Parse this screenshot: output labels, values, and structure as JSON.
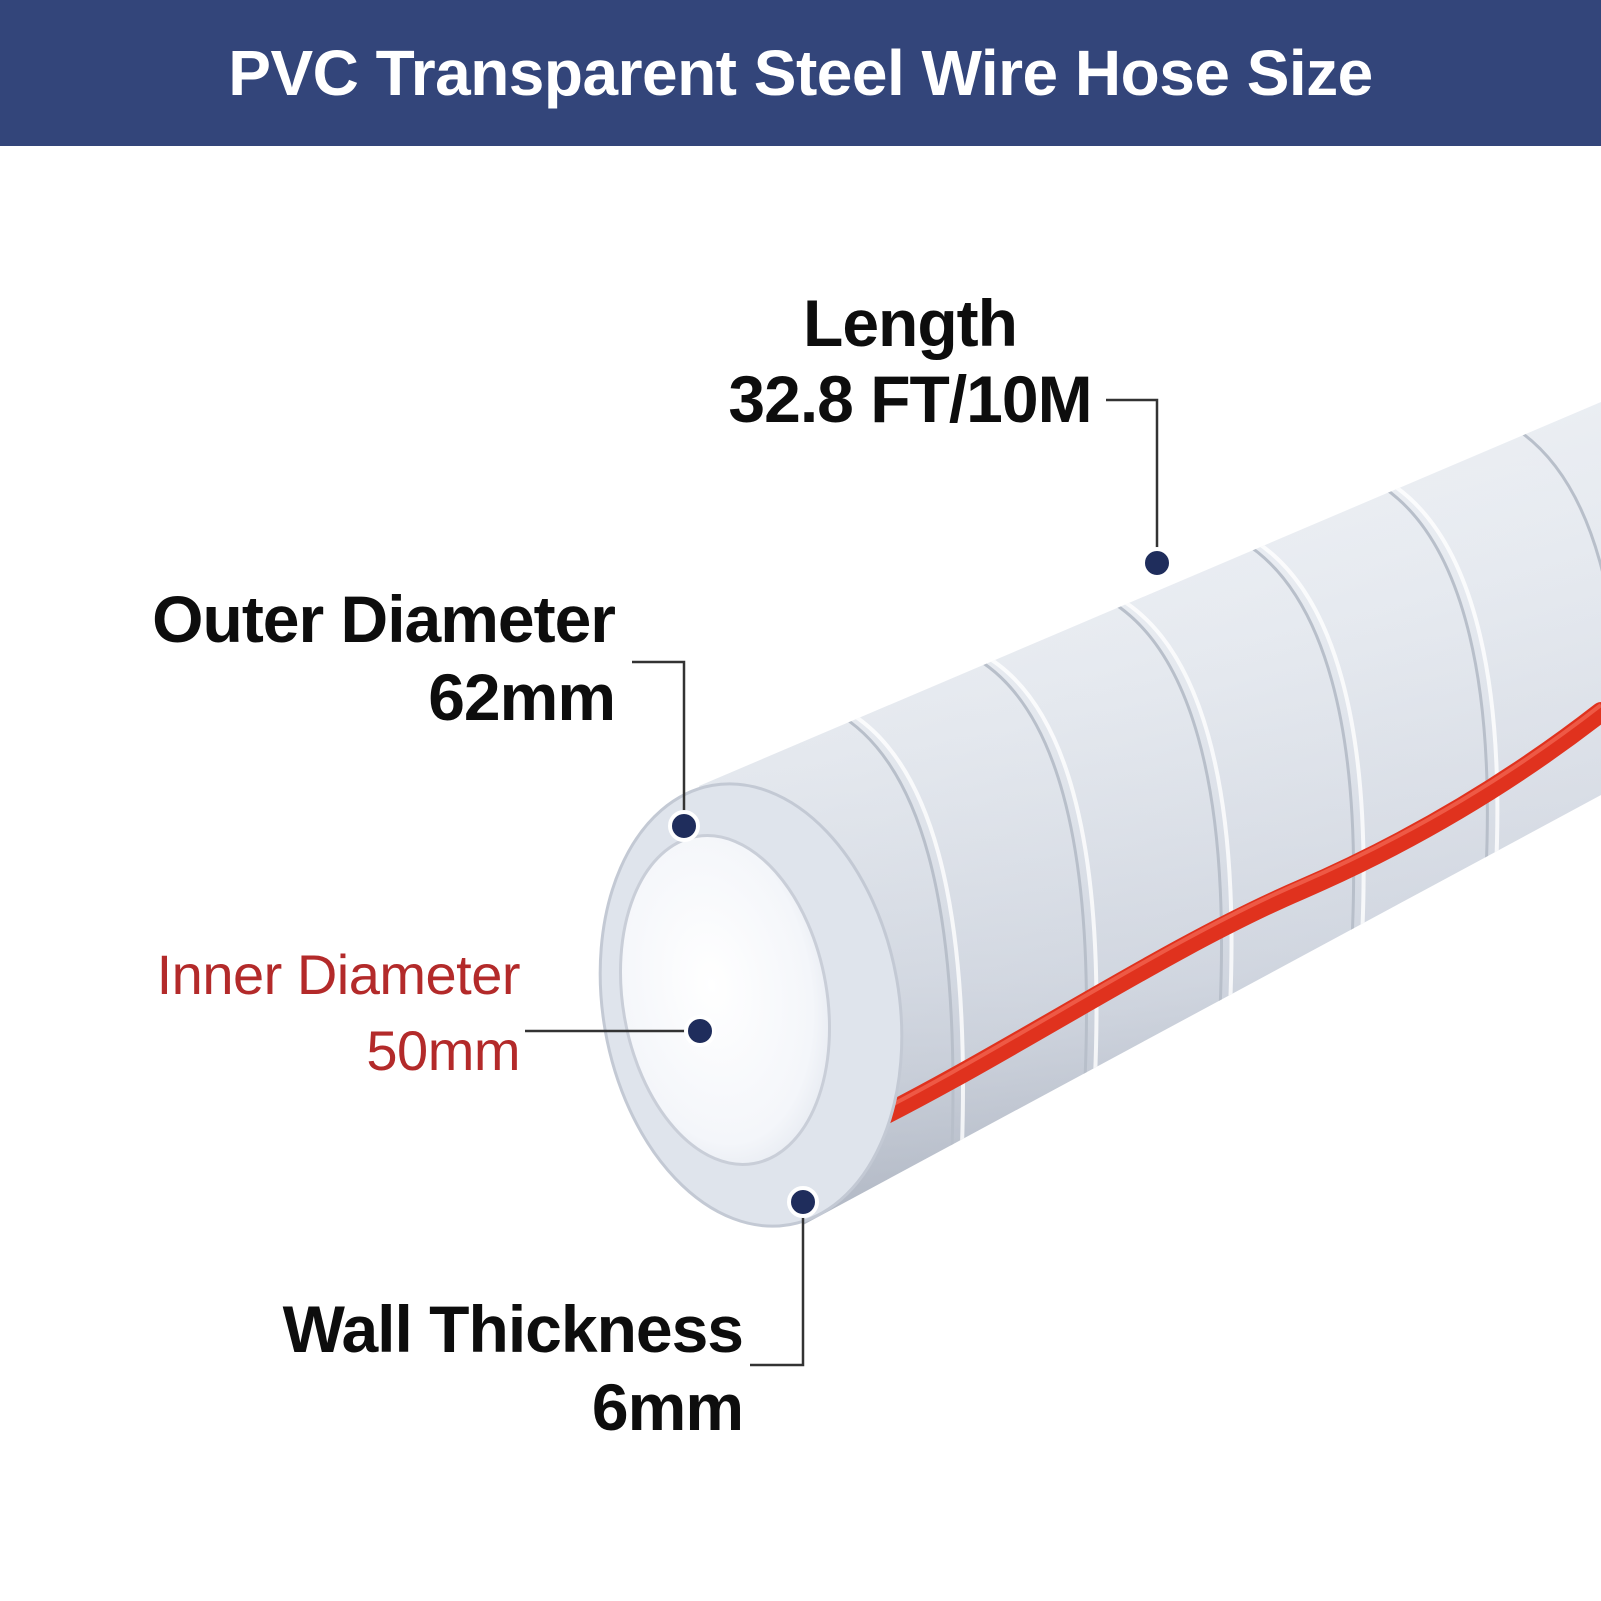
{
  "header": {
    "title": "PVC Transparent Steel Wire Hose Size"
  },
  "dimensions": {
    "length": {
      "label": "Length",
      "value": "32.8 FT/10M"
    },
    "outer_diameter": {
      "label": "Outer Diameter",
      "value": "62mm"
    },
    "inner_diameter": {
      "label": "Inner Diameter",
      "value": "50mm"
    },
    "wall_thickness": {
      "label": "Wall Thickness",
      "value": "6mm"
    }
  },
  "colors": {
    "header_bg": "#33457a",
    "text_dark": "#0d0d0d",
    "text_red": "#b32a2a",
    "marker": "#1f2d5c",
    "leader": "#333333",
    "hose_wire": "#e0321e"
  },
  "icons": {
    "marker": "dot-marker-icon",
    "hose": "hose-illustration"
  }
}
